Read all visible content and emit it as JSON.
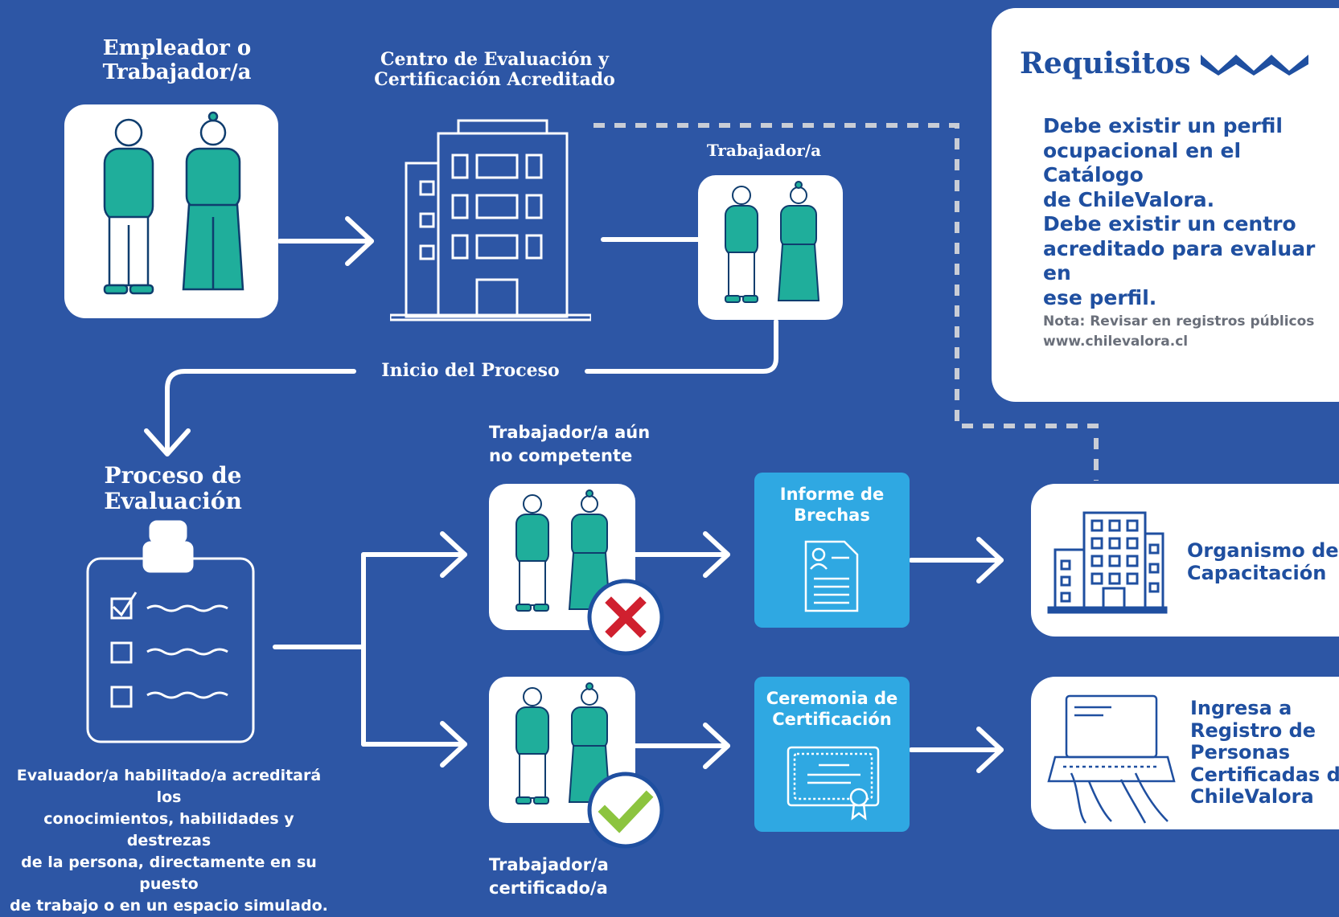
{
  "colors": {
    "background": "#2d56a5",
    "teal": "#1fae9b",
    "light_blue_box": "#2fa8e2",
    "navy_text": "#1f4fa0",
    "white": "#ffffff",
    "red_x": "#d0202f",
    "green_check": "#8cc43f"
  },
  "top_flow": {
    "employer_title": [
      "Empleador o",
      "Trabajador/a"
    ],
    "center_title": [
      "Centro de Evaluación y",
      "Certificación Acreditado"
    ],
    "worker_title": "Trabajador/a",
    "start_label": "Inicio del  Proceso"
  },
  "evaluation": {
    "title": [
      "Proceso de",
      "Evaluación"
    ],
    "description": [
      "Evaluador/a habilitado/a acreditará los",
      "conocimientos, habilidades y destrezas",
      "de la persona, directamente en su puesto",
      "de trabajo o en un espacio simulado."
    ]
  },
  "outcomes": {
    "not_competent_label": [
      "Trabajador/a aún",
      "no competente"
    ],
    "certified_label": [
      "Trabajador/a",
      "certificado/a"
    ],
    "gap_report": [
      "Informe de",
      "Brechas"
    ],
    "ceremony": [
      "Ceremonia de",
      "Certificación"
    ]
  },
  "requirements": {
    "title": "Requisitos",
    "item1": [
      "Debe existir un perfil",
      "ocupacional en el Catálogo",
      "de ChileValora."
    ],
    "item2": [
      "Debe existir un centro",
      "acreditado para evaluar en",
      "ese perfil."
    ],
    "note": [
      "Nota: Revisar en registros públicos",
      "www.chilevalora.cl"
    ]
  },
  "destinations": {
    "training_org": [
      "Organismo de",
      "Capacitación"
    ],
    "registry": [
      "Ingresa a",
      "Registro de",
      "Personas",
      "Certificadas de",
      "ChileValora"
    ]
  },
  "icons": [
    "people-icon",
    "building-icon",
    "checklist-icon",
    "stamp-icon",
    "document-icon",
    "certificate-icon",
    "laptop-icon",
    "x-mark-icon",
    "check-mark-icon",
    "wave-icon"
  ]
}
